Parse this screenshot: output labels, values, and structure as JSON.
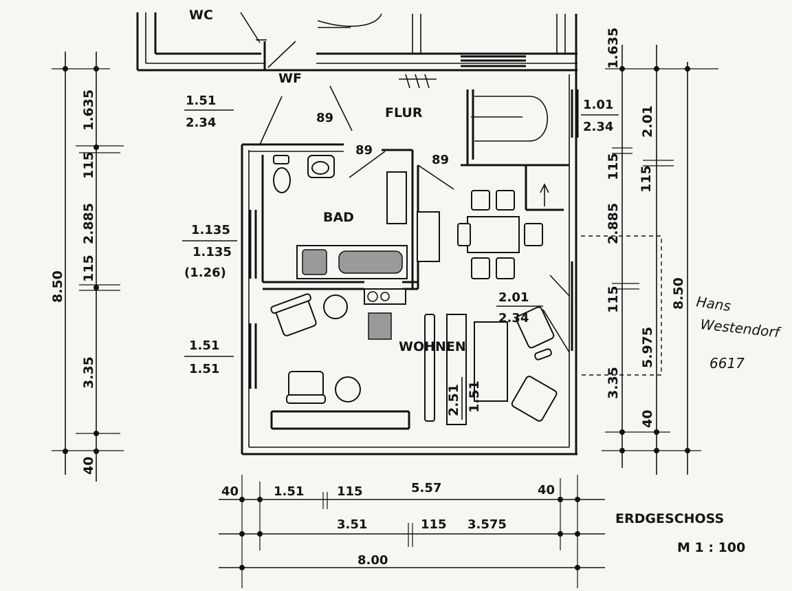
{
  "rooms": {
    "wc": "WC",
    "wf": "WF",
    "flur": "FLUR",
    "bad": "BAD",
    "wohnen": "WOHNEN"
  },
  "title": {
    "floor": "ERDGESCHOSS",
    "scale": "M 1 : 100"
  },
  "handwriting": {
    "line1": "Hans",
    "line2": "Westendorf",
    "line3": "6617"
  },
  "left_dims": {
    "total": "8.50",
    "d1": "1.635",
    "d2": "115",
    "d3": "2.885",
    "d4": "115",
    "d5": "3.35",
    "d6": "40"
  },
  "right_dims": {
    "total": "8.50",
    "d1": "1.635",
    "d2": "2.01",
    "d3": "115",
    "d4": "115",
    "d5": "2.885",
    "d6": "115",
    "d7": "5.975",
    "d8": "3.35",
    "d9": "40"
  },
  "bottom_dims": {
    "a1": "40",
    "a2": "1.51",
    "a3": "115",
    "a4": "5.57",
    "a5": "40",
    "b1": "3.51",
    "b2": "115",
    "b3": "3.575",
    "total": "8.00"
  },
  "windows": {
    "wf_top": "1.51",
    "wf_bottom": "2.34",
    "flur_top": "1.01",
    "flur_bottom": "2.34",
    "bad_top": "1.135",
    "bad_bottom": "1.135",
    "bad_paren": "(1.26)",
    "wohnen_left_top": "1.51",
    "wohnen_left_bottom": "1.51",
    "wohnen_right_top": "2.01",
    "wohnen_right_bottom": "2.34",
    "wohnen_bottom_top": "2.51",
    "wohnen_bottom_bottom": "1.51"
  },
  "doors": {
    "d1": "89",
    "d2": "89",
    "d3": "89"
  }
}
